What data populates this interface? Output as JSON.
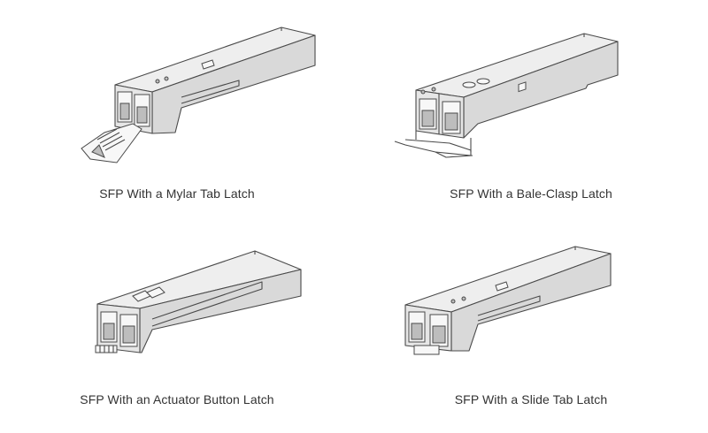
{
  "figures": [
    {
      "caption": "SFP With a Mylar Tab Latch",
      "latch": "mylar-tab"
    },
    {
      "caption": "SFP With a Bale-Clasp Latch",
      "latch": "bale-clasp"
    },
    {
      "caption": "SFP With an Actuator Button Latch",
      "latch": "actuator-button"
    },
    {
      "caption": "SFP With a Slide Tab Latch",
      "latch": "slide-tab"
    }
  ],
  "colors": {
    "line": "#4a4a4a",
    "top": "#eeeeee",
    "side": "#d9d9d9",
    "front": "#e6e6e6",
    "caption": "#333333"
  }
}
